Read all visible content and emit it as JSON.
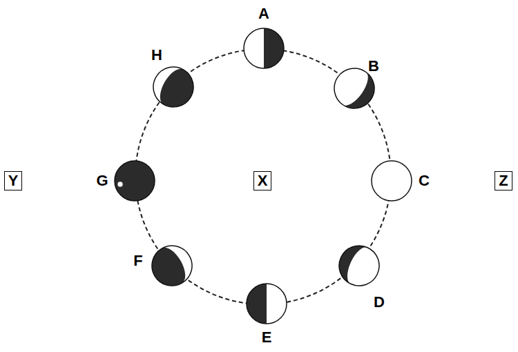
{
  "diagram": {
    "nodes": [
      {
        "text": [
          "Y"
        ]
      },
      {
        "text": [
          "X"
        ]
      },
      {
        "text": [
          "Z"
        ]
      }
    ],
    "labels": [
      "A",
      "B",
      "C",
      "D",
      "E",
      "F",
      "G",
      "H"
    ]
  }
}
